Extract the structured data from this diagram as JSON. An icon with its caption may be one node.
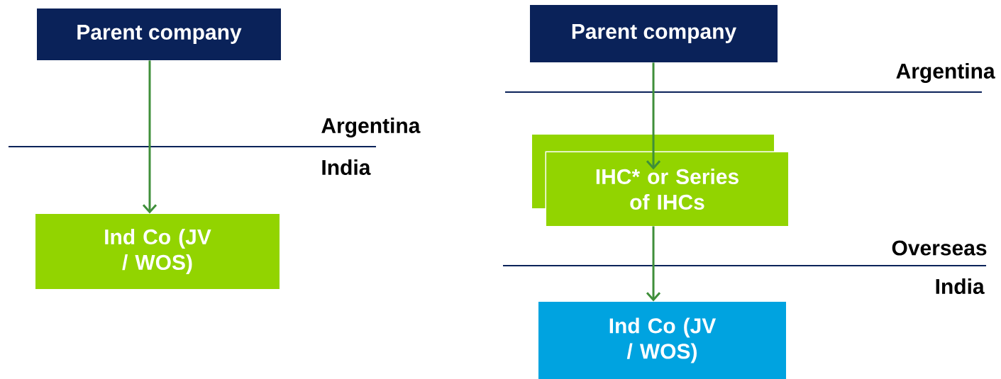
{
  "diagram": {
    "nodes": [
      {
        "text": [
          "Parent company"
        ]
      },
      {
        "text": [
          "Ind Co (JV / WOS)"
        ]
      },
      {
        "text": [
          "Parent company"
        ]
      },
      {
        "text": [
          "IHC* or Series of IHCs"
        ]
      },
      {
        "text": [
          "Ind Co (JV / WOS)"
        ]
      }
    ],
    "edges": [
      {
        "from": 0,
        "to": 1,
        "arrow": "to"
      },
      {
        "from": 2,
        "to": 3,
        "arrow": "to"
      },
      {
        "from": 3,
        "to": 4,
        "arrow": "to"
      }
    ],
    "labels": [
      "Argentina",
      "India",
      "Argentina",
      "Overseas",
      "India"
    ]
  }
}
